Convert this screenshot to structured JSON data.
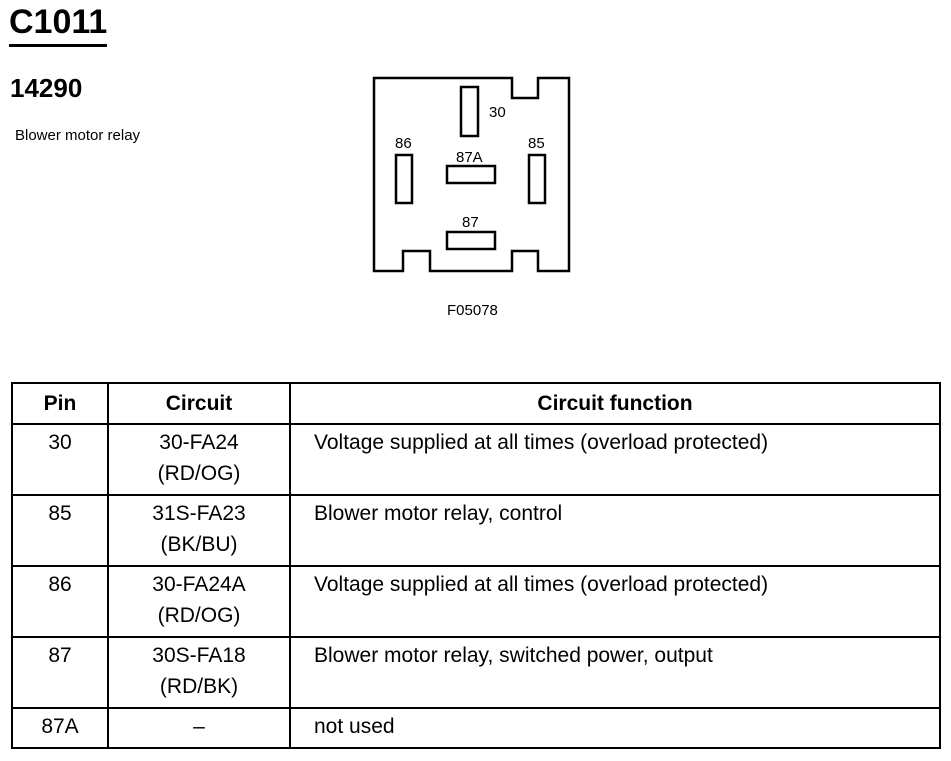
{
  "header": {
    "connector_id": "C1011",
    "part_number": "14290",
    "description": "Blower motor relay"
  },
  "diagram": {
    "figure_id": "F05078",
    "pin_labels": {
      "p30": "30",
      "p86": "86",
      "p87a": "87A",
      "p85": "85",
      "p87": "87"
    }
  },
  "table": {
    "headers": {
      "pin": "Pin",
      "circuit": "Circuit",
      "function": "Circuit function"
    },
    "rows": [
      {
        "pin": "30",
        "circuit_1": "30-FA24",
        "circuit_2": "(RD/OG)",
        "function": "Voltage supplied at all times (overload protected)"
      },
      {
        "pin": "85",
        "circuit_1": "31S-FA23",
        "circuit_2": "(BK/BU)",
        "function": "Blower motor relay, control"
      },
      {
        "pin": "86",
        "circuit_1": "30-FA24A",
        "circuit_2": "(RD/OG)",
        "function": "Voltage supplied at all times (overload protected)"
      },
      {
        "pin": "87",
        "circuit_1": "30S-FA18",
        "circuit_2": "(RD/BK)",
        "function": "Blower motor relay, switched power, output"
      },
      {
        "pin": "87A",
        "circuit_1": "–",
        "circuit_2": "",
        "function": "not used"
      }
    ]
  }
}
